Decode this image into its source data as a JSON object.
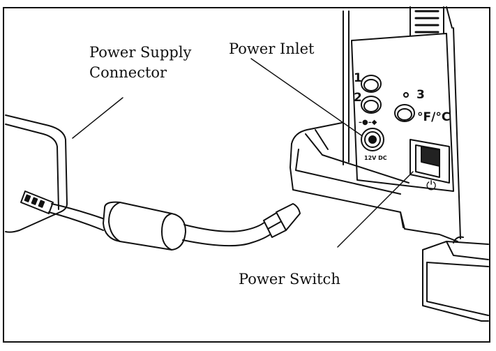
{
  "labels": {
    "power_supply_connector": [
      "Power Supply",
      "Connector"
    ],
    "power_inlet": "Power Inlet",
    "power_switch": "Power Switch"
  },
  "panel": {
    "button_1": "1",
    "button_2": "2",
    "button_3": "3",
    "temp_unit": "°F/°C",
    "inlet_rating": "12V DC",
    "polarity_symbol": "–●–◆",
    "power_symbol": "⏻"
  },
  "colors": {
    "line": "#111111",
    "background": "#ffffff",
    "fill": "#f4f4f4"
  }
}
